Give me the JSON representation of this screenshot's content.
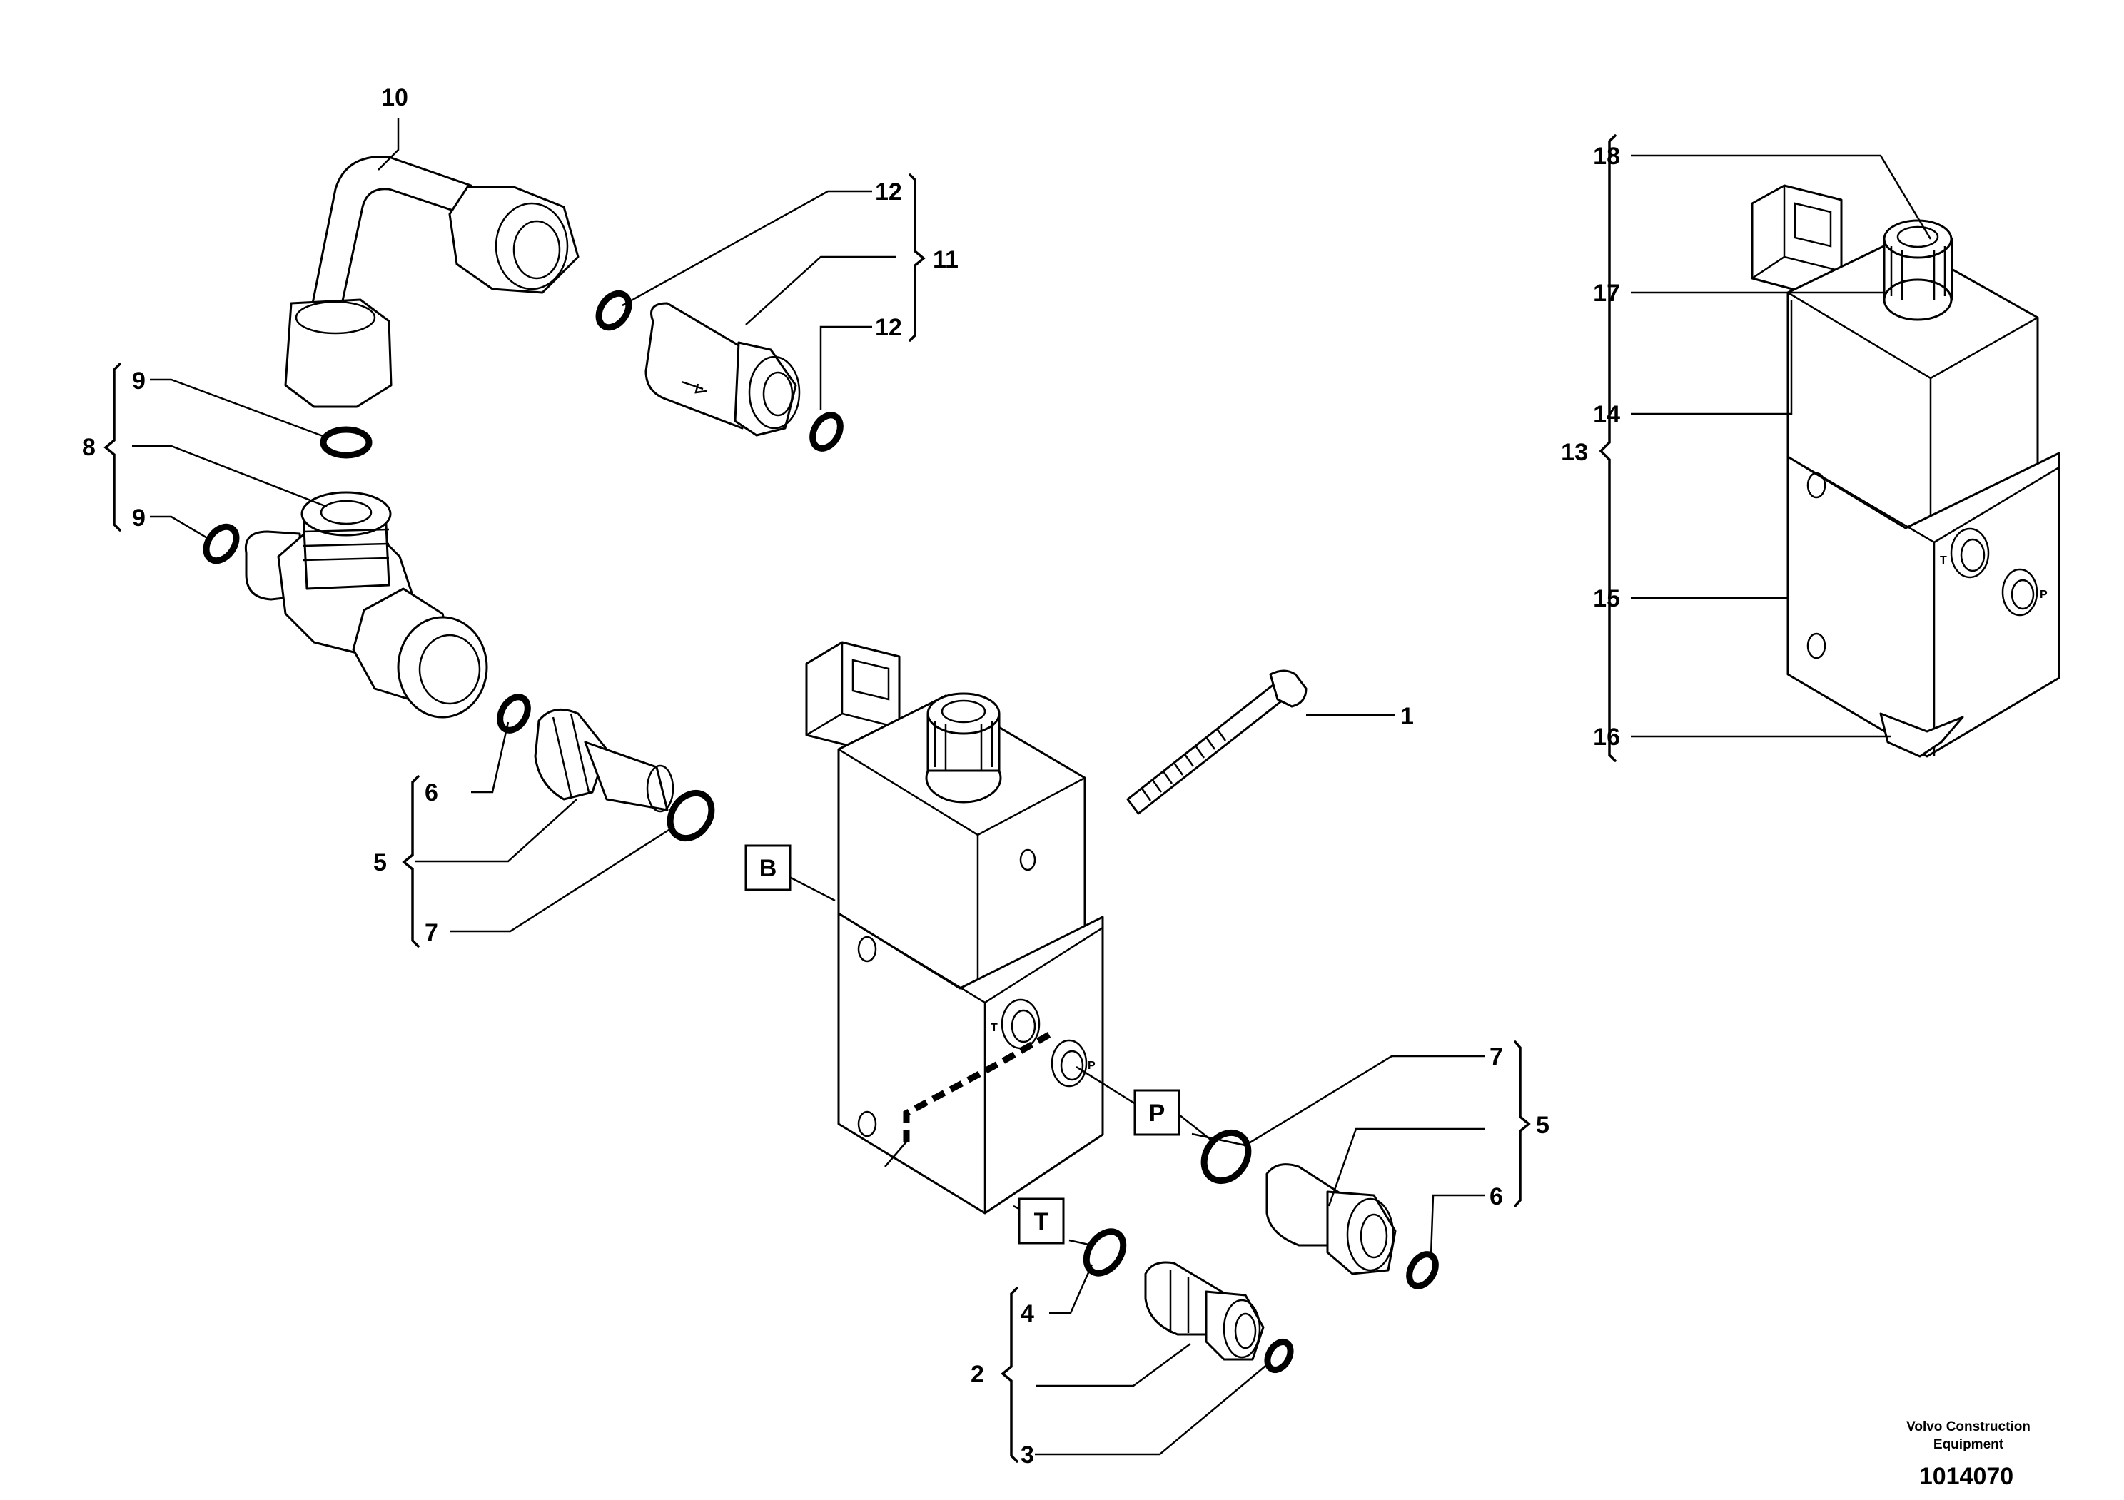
{
  "diagram": {
    "part_labels": {
      "n1": "1",
      "n2": "2",
      "n3": "3",
      "n4": "4",
      "n5a": "5",
      "n5b": "5",
      "n6a": "6",
      "n6b": "6",
      "n7a": "7",
      "n7b": "7",
      "n8": "8",
      "n9a": "9",
      "n9b": "9",
      "n10": "10",
      "n11": "11",
      "n12a": "12",
      "n12b": "12",
      "n13": "13",
      "n14": "14",
      "n15": "15",
      "n16": "16",
      "n17": "17",
      "n18": "18"
    },
    "port_boxes": {
      "b": "B",
      "p": "P",
      "t": "T"
    },
    "port_marks": {
      "t_main": "T",
      "p_main": "P",
      "t_detail": "T",
      "p_detail": "P"
    },
    "footer": {
      "maker_line1": "Volvo Construction",
      "maker_line2": "Equipment",
      "figure_number": "1014070"
    }
  }
}
